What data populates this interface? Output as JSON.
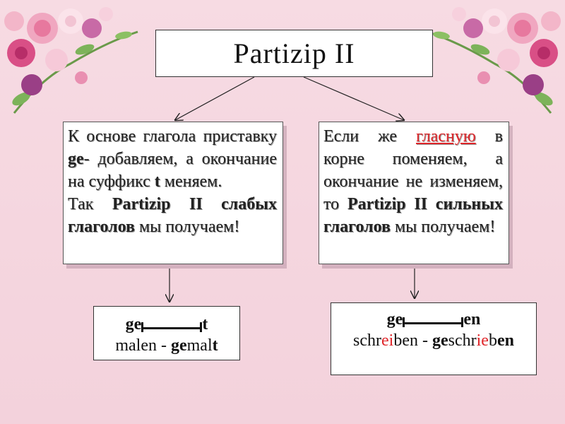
{
  "title": "Partizip II",
  "left_box": {
    "line1": "К основе глагола приставку",
    "prefix": "ge",
    "line1b": "- добавляем, а окончание на суффикс",
    "suffix": "t",
    "line1c": "меняем.",
    "line2a": "Так",
    "line2b": "Partizip II слабых глаголов",
    "line2c": "мы получаем!"
  },
  "right_box": {
    "a": "Если же",
    "vowel": "гласную",
    "b": "в корне поменяем, а окончание не изменяем, то",
    "c": "Partizip II сильных глаголов",
    "d": "мы получаем!"
  },
  "example_left": {
    "pattern_start": "ge",
    "pattern_end": "t",
    "word_a": "malen - ",
    "word_b_bold1": "ge",
    "word_b_mid": "mal",
    "word_b_bold2": "t"
  },
  "example_right": {
    "pattern_start": "ge",
    "pattern_end": "en",
    "s1": "schr",
    "s2": "ei",
    "s3": "ben - ",
    "s4": "ge",
    "s5": "schr",
    "s6": "ie",
    "s7": "b",
    "s8": "en"
  },
  "colors": {
    "background": "#f5d6df",
    "red": "#e0262a"
  }
}
